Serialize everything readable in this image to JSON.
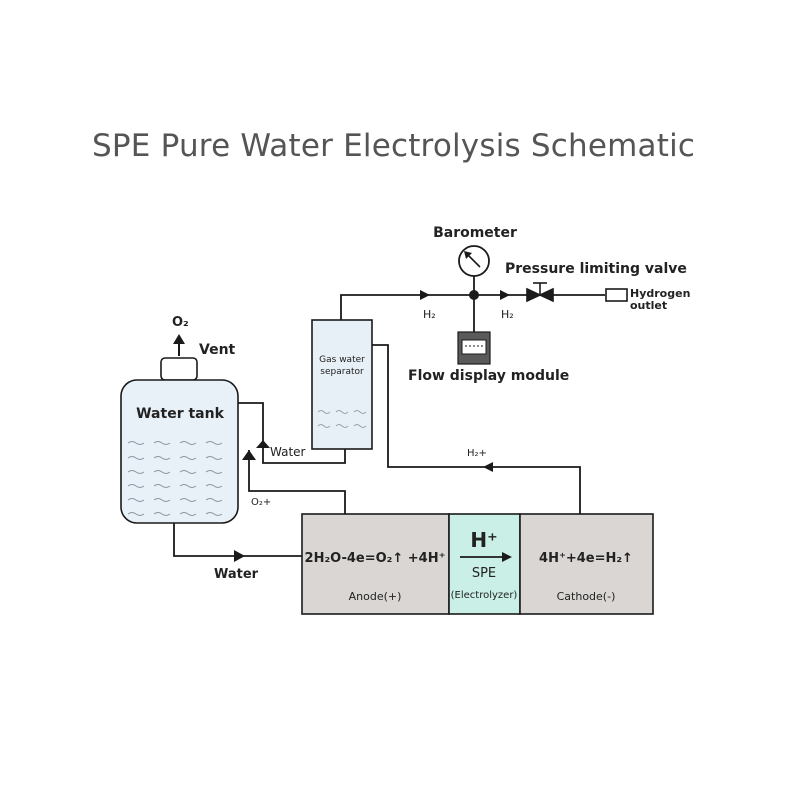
{
  "title": "SPE Pure Water Electrolysis Schematic",
  "labels": {
    "barometer": "Barometer",
    "pressure_valve": "Pressure limiting valve",
    "hydrogen_outlet_1": "Hydrogen",
    "hydrogen_outlet_2": "outlet",
    "flow_display": "Flow display module",
    "h2_left": "H₂",
    "h2_right": "H₂",
    "o2": "O₂",
    "vent": "Vent",
    "water_tank": "Water tank",
    "separator_1": "Gas water",
    "separator_2": "separator",
    "water_return": "Water",
    "water_feed": "Water",
    "o2_plus": "O₂+",
    "h2_plus": "H₂+",
    "anode_eq": "2H₂O-4e=O₂↑ +4H⁺",
    "anode": "Anode(+)",
    "h_plus": "H⁺",
    "spe": "SPE",
    "electrolyzer": "(Electrolyzer)",
    "cathode_eq": "4H⁺+4e=H₂↑",
    "cathode": "Cathode(-)"
  },
  "colors": {
    "line": "#1a1a1a",
    "cell_gray": "#d9d6d3",
    "membrane": "#c9efe6",
    "tank_fill": "#e9f1f8",
    "title": "#555555"
  }
}
